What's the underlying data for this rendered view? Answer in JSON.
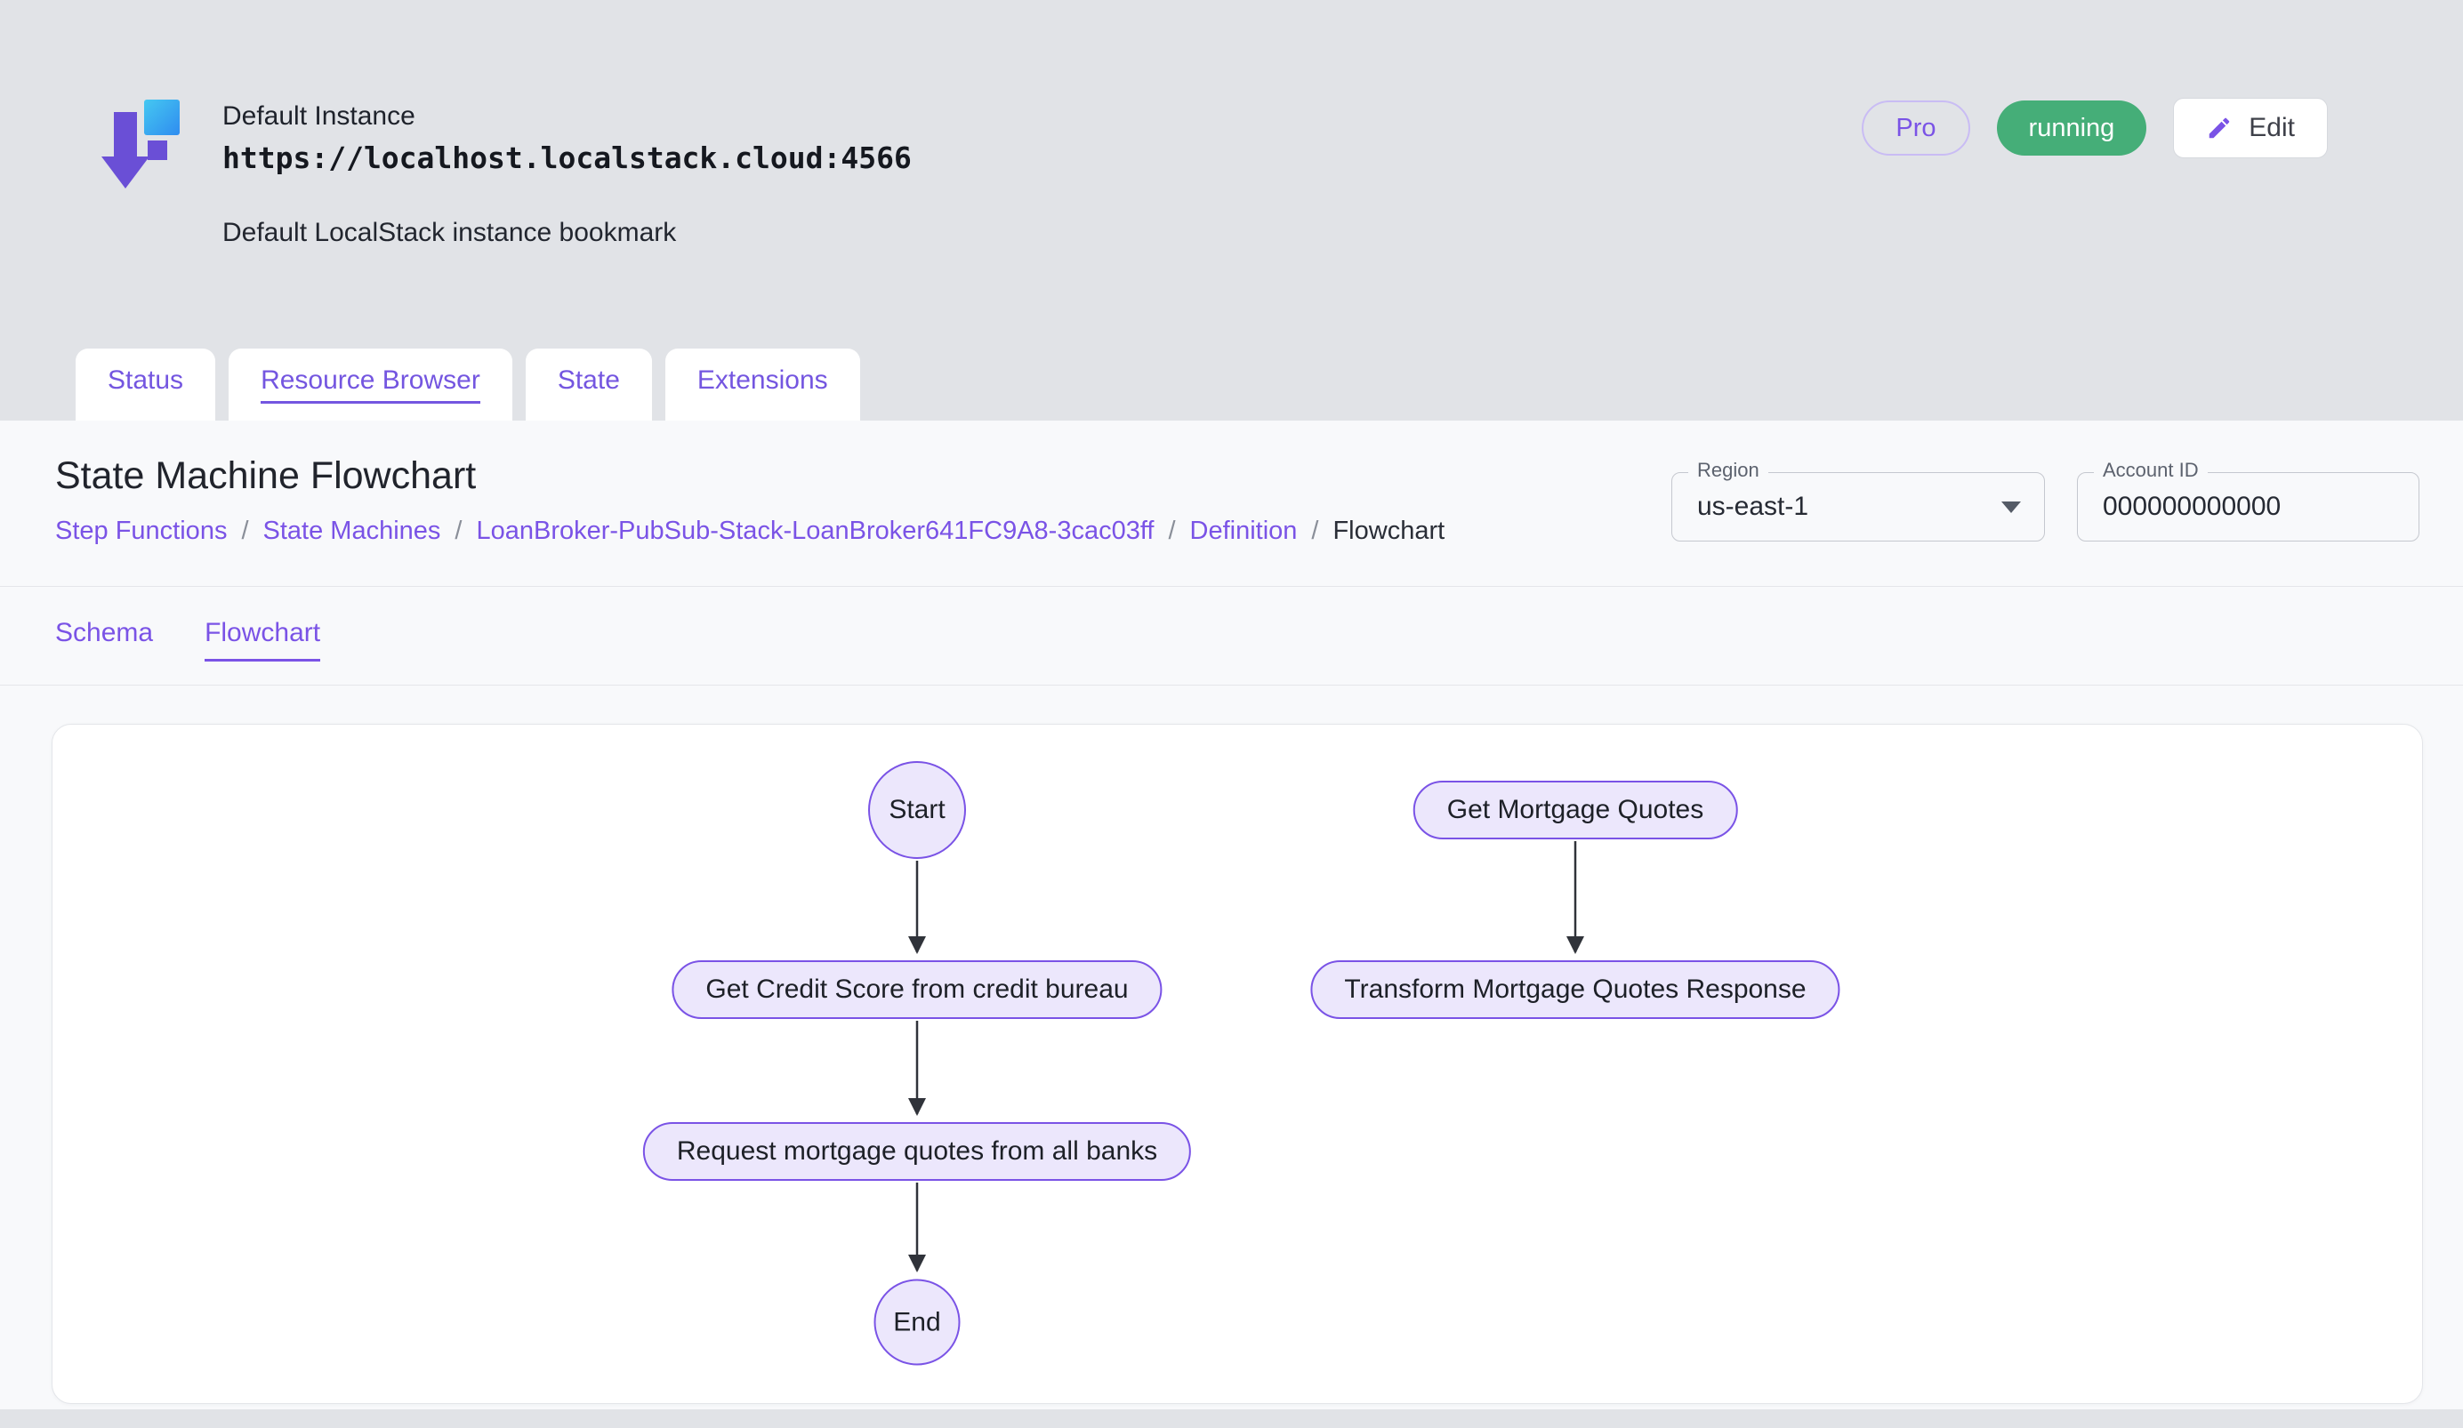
{
  "header": {
    "instance_name": "Default Instance",
    "instance_url": "https://localhost.localstack.cloud:4566",
    "instance_description": "Default LocalStack instance bookmark",
    "pro_badge": "Pro",
    "status_badge": "running",
    "edit_label": "Edit"
  },
  "tabs": [
    {
      "label": "Status",
      "active": false
    },
    {
      "label": "Resource Browser",
      "active": true
    },
    {
      "label": "State",
      "active": false
    },
    {
      "label": "Extensions",
      "active": false
    }
  ],
  "page": {
    "title": "State Machine Flowchart",
    "breadcrumb_separator": "/",
    "breadcrumb": [
      {
        "label": "Step Functions",
        "current": false
      },
      {
        "label": "State Machines",
        "current": false
      },
      {
        "label": "LoanBroker-PubSub-Stack-LoanBroker641FC9A8-3cac03ff",
        "current": false
      },
      {
        "label": "Definition",
        "current": false
      },
      {
        "label": "Flowchart",
        "current": true
      }
    ],
    "region_field": {
      "label": "Region",
      "value": "us-east-1"
    },
    "account_field": {
      "label": "Account ID",
      "value": "000000000000"
    }
  },
  "subtabs": [
    {
      "label": "Schema",
      "active": false
    },
    {
      "label": "Flowchart",
      "active": true
    }
  ],
  "flowchart": {
    "nodes": [
      {
        "id": "start",
        "label": "Start",
        "shape": "circle"
      },
      {
        "id": "get-credit-score",
        "label": "Get Credit Score from credit bureau",
        "shape": "pill"
      },
      {
        "id": "request-mortgage-quotes",
        "label": "Request mortgage quotes from all banks",
        "shape": "pill"
      },
      {
        "id": "end",
        "label": "End",
        "shape": "circle"
      },
      {
        "id": "get-mortgage-quotes",
        "label": "Get Mortgage Quotes",
        "shape": "pill"
      },
      {
        "id": "transform-mortgage-quotes-response",
        "label": "Transform Mortgage Quotes Response",
        "shape": "pill"
      }
    ],
    "edges": [
      {
        "from": "start",
        "to": "get-credit-score"
      },
      {
        "from": "get-credit-score",
        "to": "request-mortgage-quotes"
      },
      {
        "from": "request-mortgage-quotes",
        "to": "end"
      },
      {
        "from": "get-mortgage-quotes",
        "to": "transform-mortgage-quotes-response"
      }
    ]
  },
  "colors": {
    "accent_purple": "#7a53e6",
    "running_badge_green": "#45ae78",
    "node_fill": "#ece7fc",
    "node_border": "#7a53e6",
    "page_background": "#e1e3e7",
    "panel_background": "#f8f9fb"
  }
}
